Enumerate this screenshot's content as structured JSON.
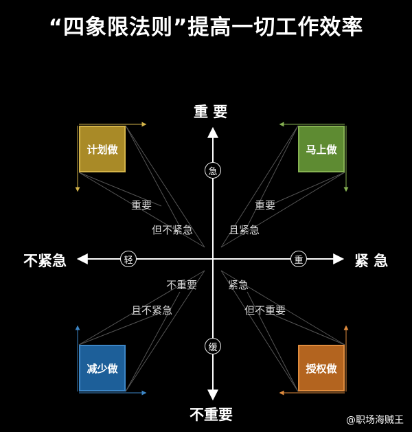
{
  "title": "“四象限法则”提高一切工作效率",
  "axes": {
    "top": "重 要",
    "bottom": "不重要",
    "left": "不紧急",
    "right": "紧 急"
  },
  "markers": {
    "top": "急",
    "bottom": "缓",
    "left": "轻",
    "right": "重"
  },
  "quadrants": {
    "top_left": {
      "box": "计划做",
      "line1": "重要",
      "line2": "但不紧急",
      "color": "#a98a27"
    },
    "top_right": {
      "box": "马上做",
      "line1": "重要",
      "line2": "且紧急",
      "color": "#5e8b32"
    },
    "bottom_left": {
      "box": "减少做",
      "line1": "不重要",
      "line2": "且不紧急",
      "color": "#1d5f99"
    },
    "bottom_right": {
      "box": "授权做",
      "line1": "紧急",
      "line2": "但不重要",
      "color": "#b3641f"
    }
  },
  "watermark": "@职场海贼王"
}
